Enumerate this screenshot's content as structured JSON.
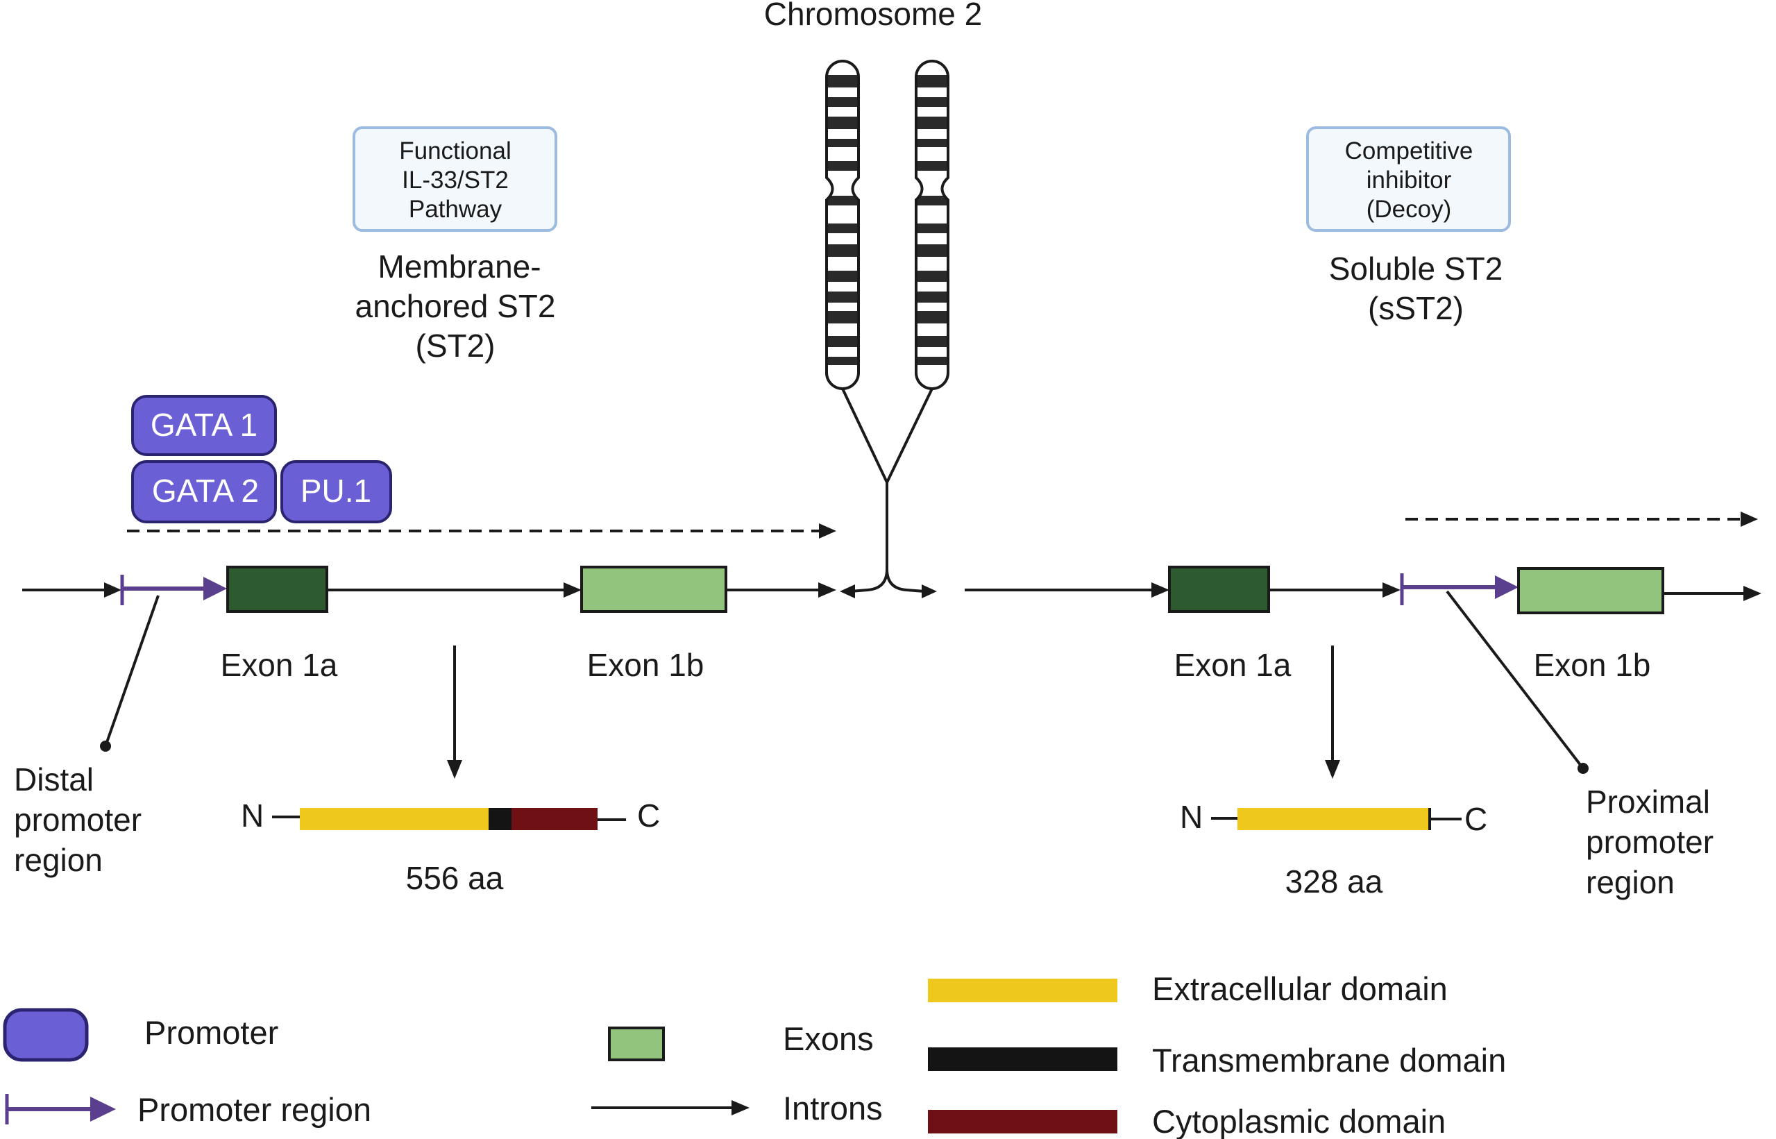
{
  "chromosome": {
    "title": "Chromosome 2"
  },
  "left": {
    "pathway_box": [
      "Functional",
      "IL-33/ST2",
      "Pathway"
    ],
    "isoform_label": [
      "Membrane-",
      "anchored ST2",
      "(ST2)"
    ],
    "transcription_factors": [
      "GATA 1",
      "GATA 2",
      "PU.1"
    ],
    "exon_a": "Exon 1a",
    "exon_b": "Exon 1b",
    "promoter_label": [
      "Distal",
      "promoter",
      "region"
    ],
    "protein": {
      "n": "N",
      "c": "C",
      "length": "556 aa",
      "domains": [
        "extracellular",
        "transmembrane",
        "cytoplasmic"
      ]
    }
  },
  "right": {
    "pathway_box": [
      "Competitive",
      "inhibitor",
      "(Decoy)"
    ],
    "isoform_label": [
      "Soluble ST2",
      "(sST2)"
    ],
    "exon_a": "Exon 1a",
    "exon_b": "Exon 1b",
    "promoter_label": [
      "Proximal",
      "promoter",
      "region"
    ],
    "protein": {
      "n": "N",
      "c": "C",
      "length": "328 aa",
      "domains": [
        "extracellular"
      ]
    }
  },
  "legend": {
    "promoter": "Promoter",
    "promoter_region": "Promoter region",
    "exons": "Exons",
    "introns": "Introns",
    "extracellular": "Extracellular domain",
    "transmembrane": "Transmembrane domain",
    "cytoplasmic": "Cytoplasmic domain"
  },
  "colors": {
    "promoter_fill": "#6b5fd6",
    "promoter_stroke": "#2a2470",
    "promoter_region": "#5b3f8f",
    "exon_dark": "#2e5a30",
    "exon_light": "#93c47d",
    "extracellular": "#eec81c",
    "transmembrane": "#141414",
    "cytoplasmic": "#6e1014",
    "box_border": "#9bbce0",
    "box_fill": "#f3f8fd"
  }
}
